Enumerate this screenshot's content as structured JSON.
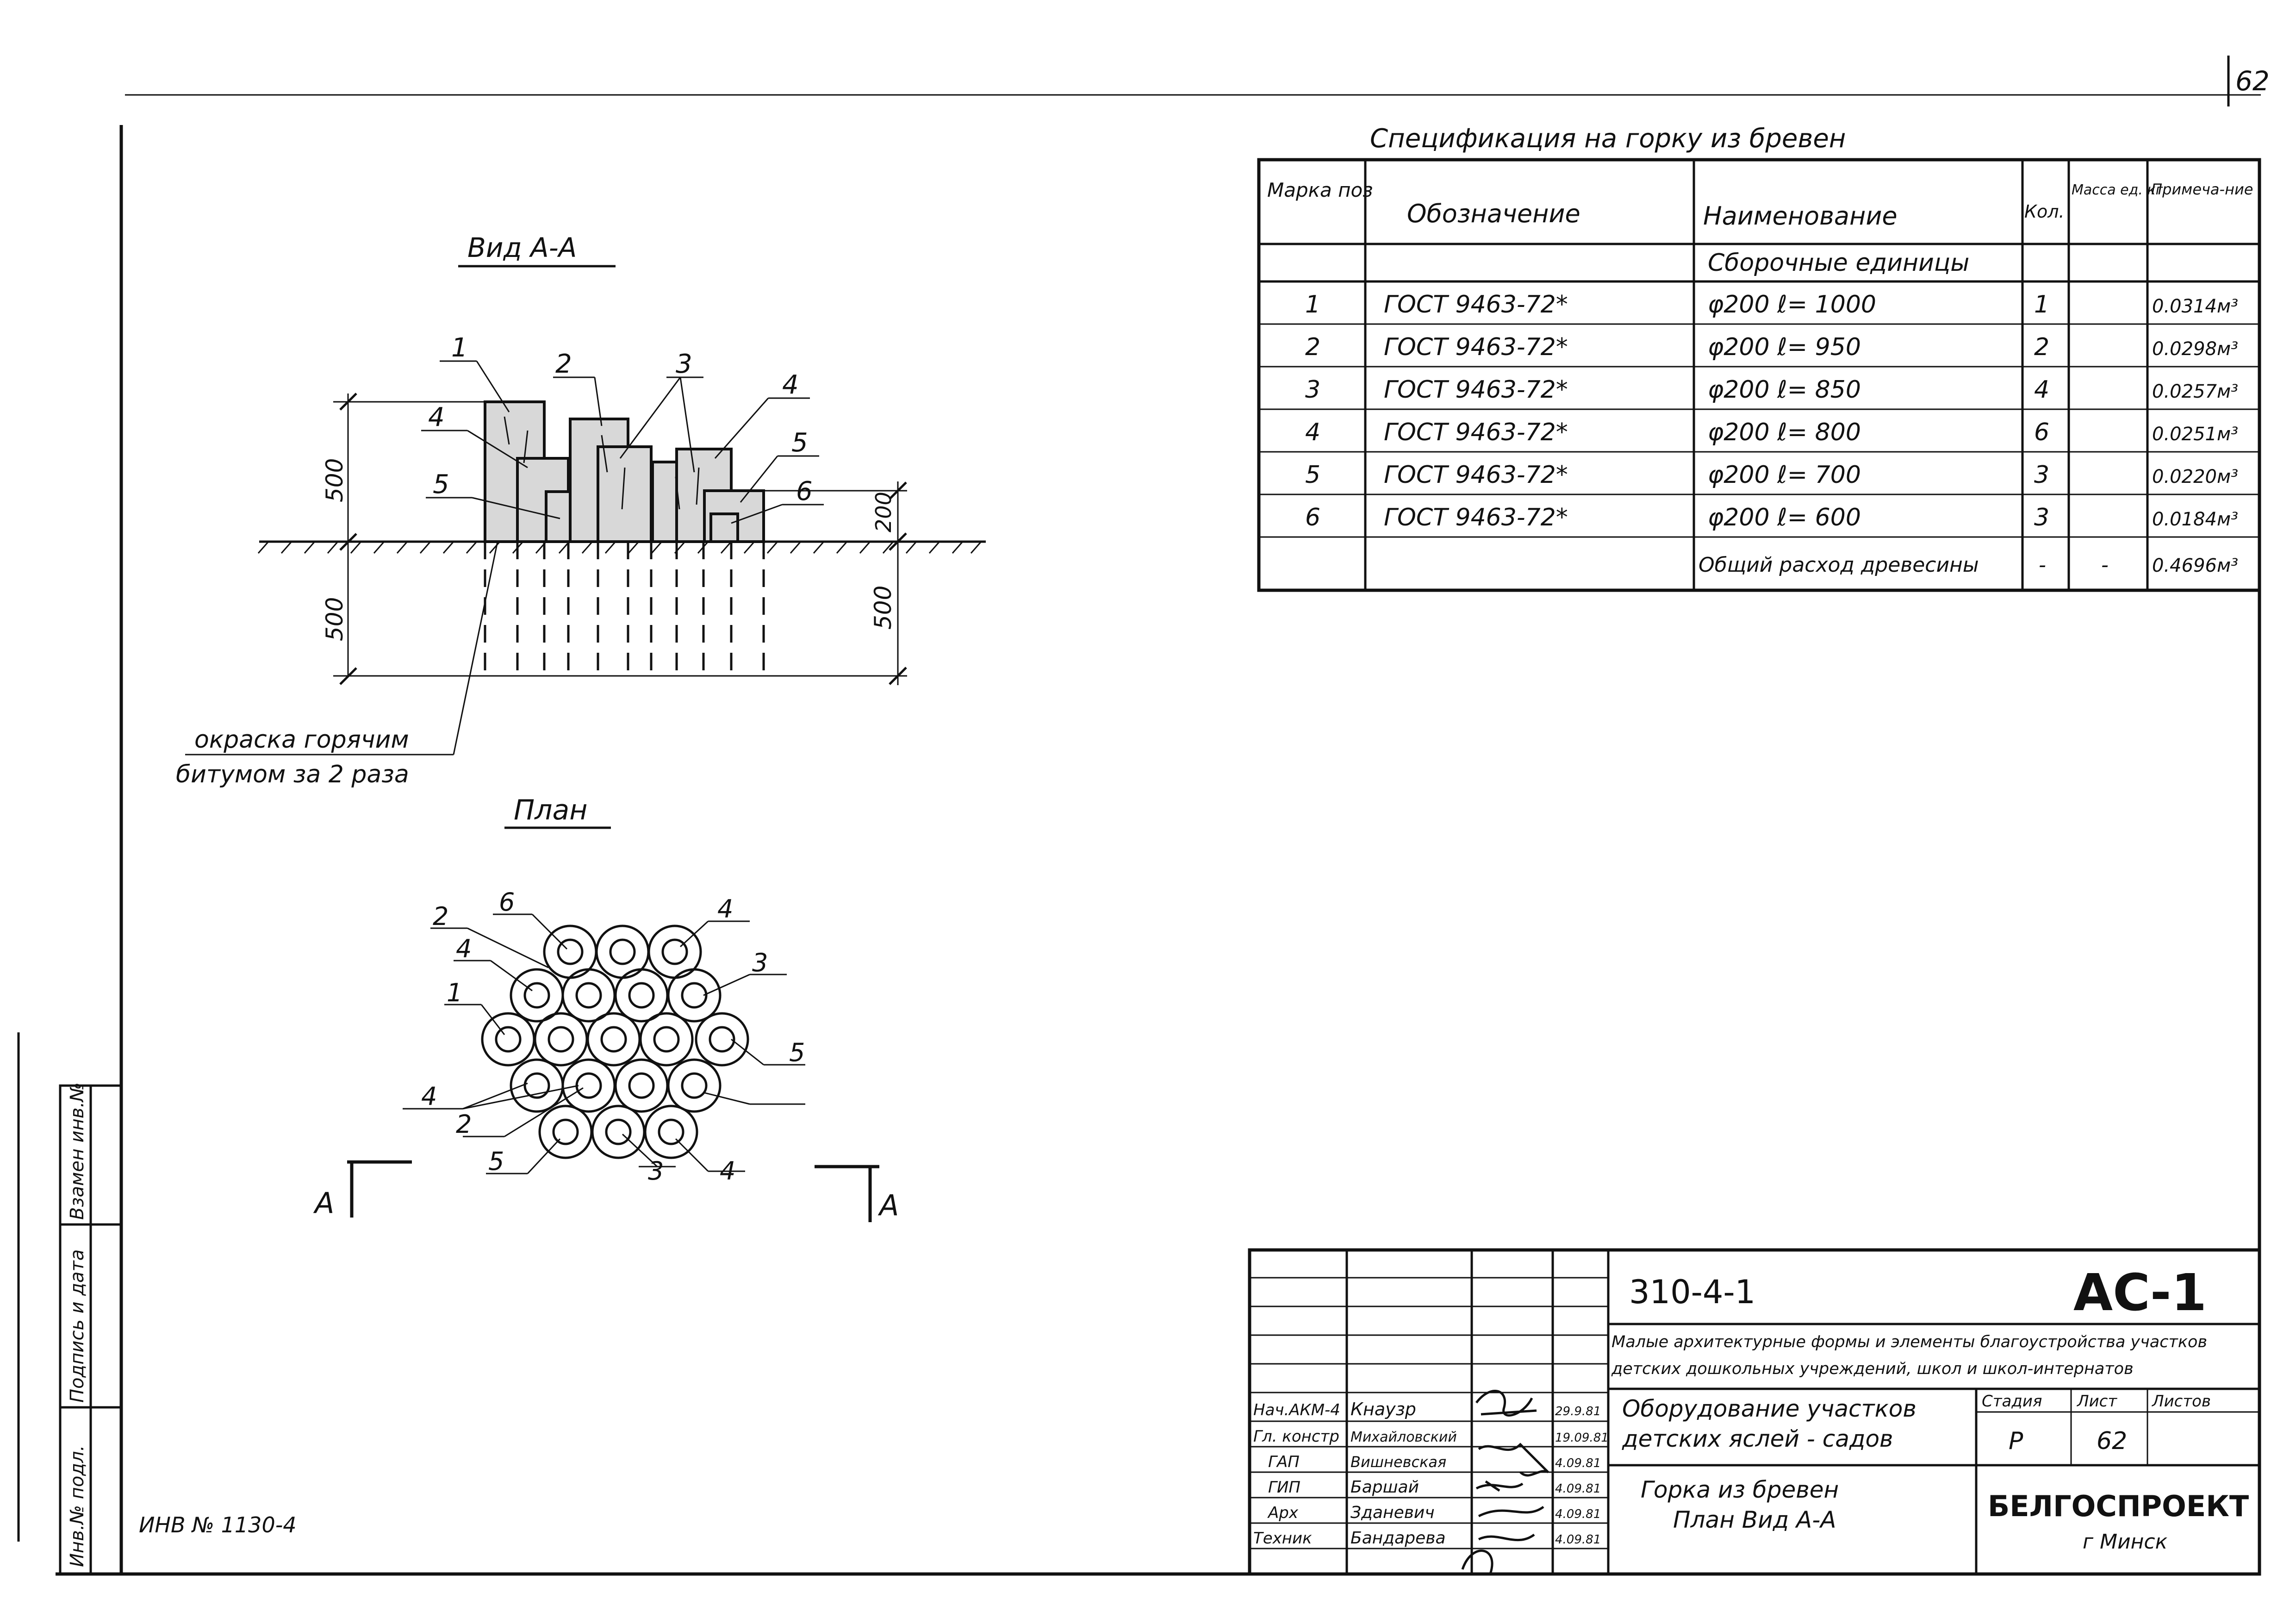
{
  "sheet_number": "62",
  "inventory_number": "ИНВ № 1130-4",
  "view_a": {
    "title": "Вид А-А",
    "dim_left_top": "500",
    "dim_left_bottom": "500",
    "dim_right_top": "200",
    "dim_right_bottom": "500",
    "note_line1": "окраска горячим",
    "note_line2": "битумом за 2 раза",
    "callouts": [
      "1",
      "2",
      "3",
      "4",
      "4",
      "5",
      "5",
      "6"
    ]
  },
  "plan": {
    "title": "План",
    "section_left": "А",
    "section_right": "А",
    "callouts": [
      "2",
      "6",
      "4",
      "4",
      "3",
      "1",
      "5",
      "4",
      "2",
      "5",
      "3",
      "4"
    ]
  },
  "spec": {
    "title": "Спецификация на горку из бревен",
    "headers": [
      "Марка поз",
      "Обозначение",
      "Наименование",
      "Кол.",
      "Масса ед. кг",
      "Примеча-ние"
    ],
    "group_row": "Сборочные единицы",
    "rows": [
      [
        "1",
        "ГОСТ 9463-72*",
        "φ200  ℓ= 1000",
        "1",
        "",
        "0.0314м³"
      ],
      [
        "2",
        "ГОСТ 9463-72*",
        "φ200  ℓ= 950",
        "2",
        "",
        "0.0298м³"
      ],
      [
        "3",
        "ГОСТ 9463-72*",
        "φ200  ℓ= 850",
        "4",
        "",
        "0.0257м³"
      ],
      [
        "4",
        "ГОСТ 9463-72*",
        "φ200  ℓ= 800",
        "6",
        "",
        "0.0251м³"
      ],
      [
        "5",
        "ГОСТ 9463-72*",
        "φ200  ℓ= 700",
        "3",
        "",
        "0.0220м³"
      ],
      [
        "6",
        "ГОСТ 9463-72*",
        "φ200  ℓ= 600",
        "3",
        "",
        "0.0184м³"
      ]
    ],
    "total_label": "Общий расход древесины",
    "total_qty": "-",
    "total_mass": "-",
    "total_note": "0.4696м³"
  },
  "side_stamp": [
    "Инв.№ подл.",
    "Подпись и дата",
    "Взамен инв.№"
  ],
  "title_block": {
    "code": "310-4-1",
    "sheet_code": "АС-1",
    "series_line1": "Малые архитектурные формы и элементы благоустройства участков",
    "series_line2": "детских дошкольных учреждений, школ и школ-интернатов",
    "object_line1": "Оборудование участков",
    "object_line2": "детских яслей - садов",
    "drawing_line1": "Горка из бревен",
    "drawing_line2": "План Вид А-А",
    "stage_header": "Стадия",
    "sheet_header": "Лист",
    "sheets_header": "Листов",
    "stage_value": "Р",
    "sheet_value": "62",
    "org_name": "БЕЛГОСПРОЕКТ",
    "org_city": "г Минск",
    "staff": [
      {
        "role": "Нач.АКМ-4",
        "name": "Кнаузр",
        "date": "29.9.81"
      },
      {
        "role": "Гл. констр",
        "name": "Михайловский",
        "date": "19.09.81"
      },
      {
        "role": "ГАП",
        "name": "Вишневская",
        "date": "4.09.81"
      },
      {
        "role": "ГИП",
        "name": "Баршай",
        "date": "4.09.81"
      },
      {
        "role": "Арх",
        "name": "Зданевич",
        "date": "4.09.81"
      },
      {
        "role": "Техник",
        "name": "Бандарева",
        "date": "4.09.81"
      }
    ]
  }
}
